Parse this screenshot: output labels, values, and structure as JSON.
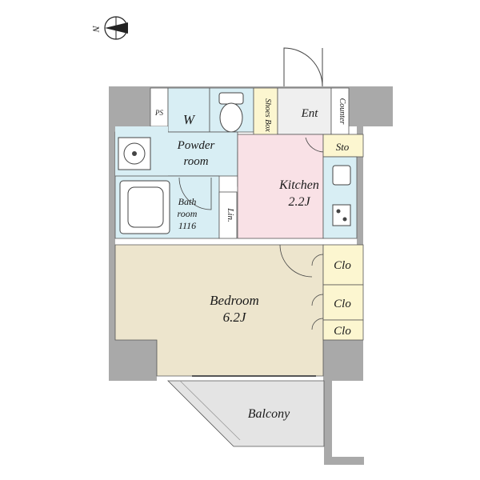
{
  "compass": {
    "label": "N"
  },
  "rooms": {
    "ps": "PS",
    "washer": "W",
    "shoes_box": "Shoes Box",
    "entrance": "Ent",
    "counter": "Counter",
    "storage": "Sto",
    "powder_room": {
      "line1": "Powder",
      "line2": "room"
    },
    "kitchen": {
      "line1": "Kitchen",
      "line2": "2.2J"
    },
    "bath": {
      "line1": "Bath",
      "line2": "room",
      "line3": "1116"
    },
    "linen": "Lin.",
    "closets": [
      "Clo",
      "Clo",
      "Clo"
    ],
    "bedroom": {
      "line1": "Bedroom",
      "line2": "6.2J"
    },
    "balcony": "Balcony"
  },
  "colors": {
    "wall": "#a9a9a9",
    "wet_area": "#d8eef4",
    "kitchen": "#f9e1e6",
    "bedroom": "#ede5cd",
    "closet": "#fcf6d0",
    "balcony": "#e4e4e4",
    "entrance": "#efefef"
  }
}
